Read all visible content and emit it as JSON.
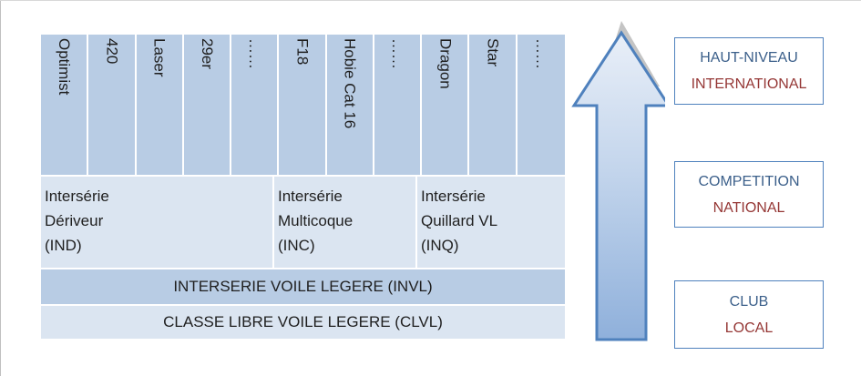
{
  "boat_classes": [
    "Optimist",
    "420",
    "Laser",
    "29er",
    "……",
    "F18",
    "Hobie Cat 16",
    "……",
    "Dragon",
    "Star",
    "……"
  ],
  "interseries": [
    {
      "label": "Intersérie\nDériveur\n(IND)"
    },
    {
      "label": "Intersérie\nMulticoque\n(INC)"
    },
    {
      "label": "Intersérie\nQuillard VL\n(INQ)"
    }
  ],
  "invl": "INTERSERIE VOILE LEGERE (INVL)",
  "clvl": "CLASSE LIBRE VOILE LEGERE (CLVL)",
  "levels": {
    "high": {
      "line1": "HAUT-NIVEAU",
      "line2": "INTERNATIONAL"
    },
    "competition": {
      "line1": "COMPETITION",
      "line2": "NATIONAL"
    },
    "club": {
      "line1": "CLUB",
      "line2": "LOCAL"
    }
  },
  "colors": {
    "accent_blue": "#4f81bd",
    "level_blue": "#3b5f8a",
    "level_red": "#953735",
    "cell_dark": "#b8cce4",
    "cell_light": "#dbe5f1"
  }
}
